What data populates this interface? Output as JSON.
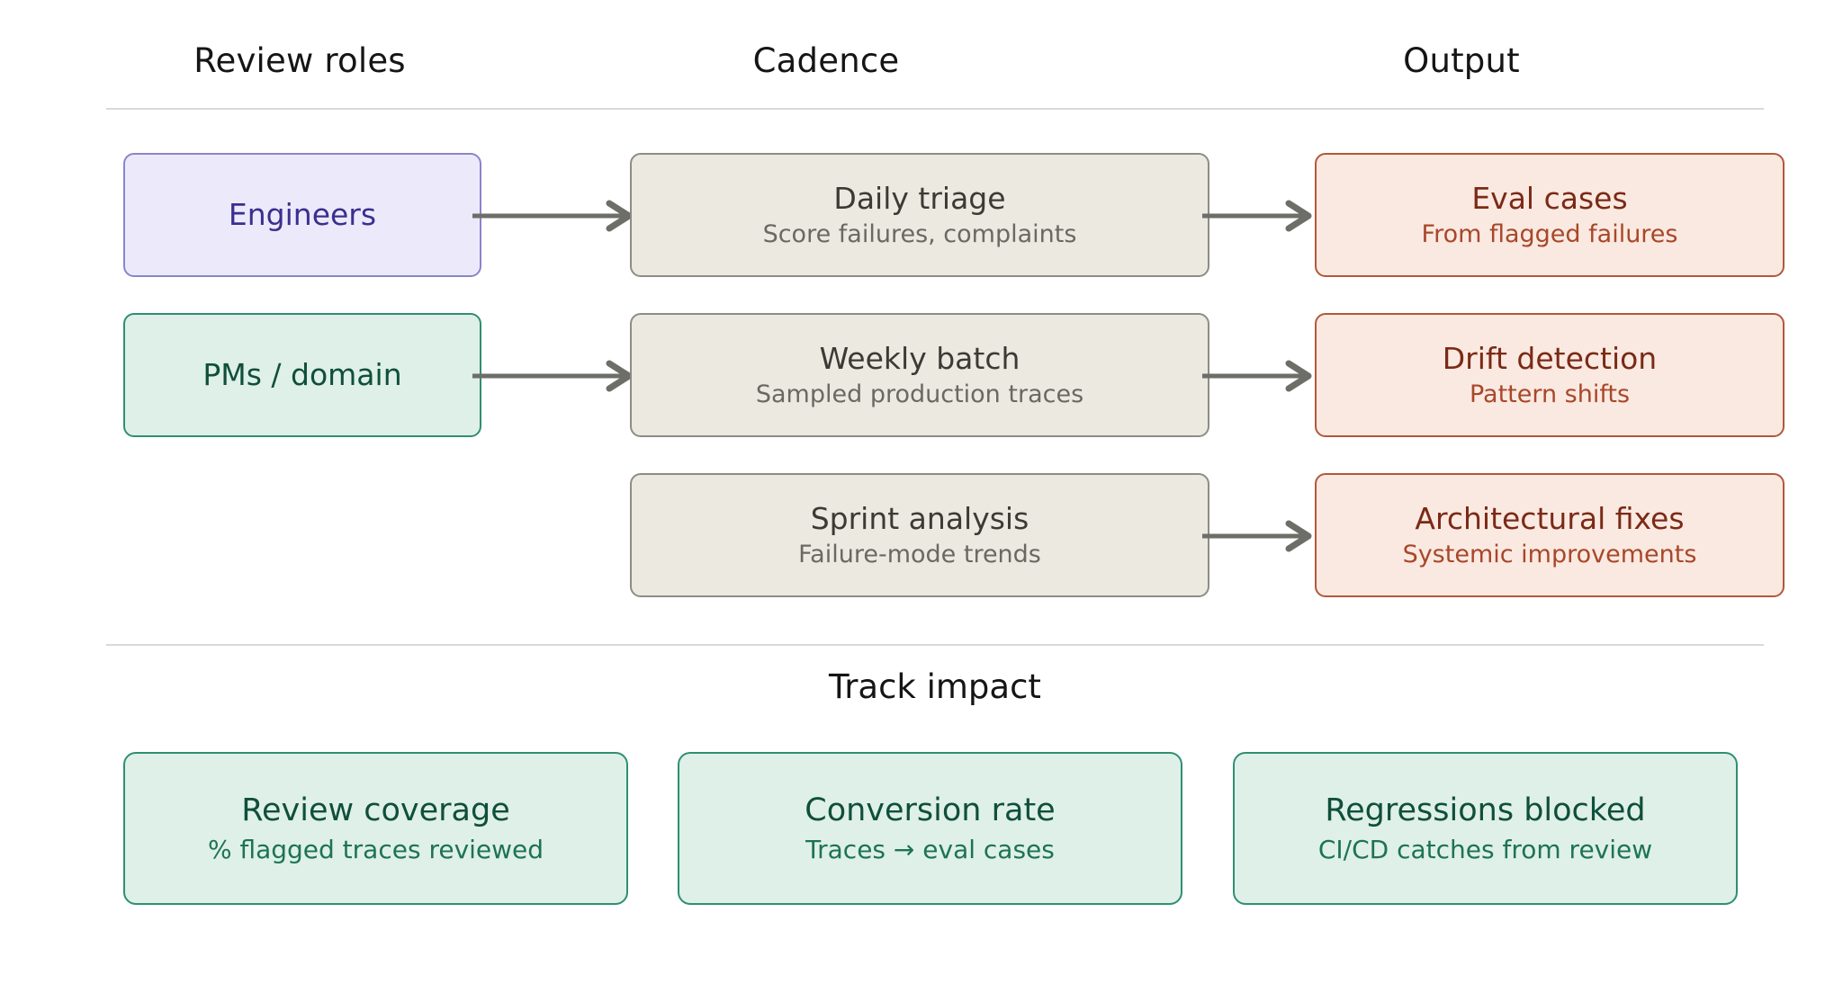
{
  "columns": [
    {
      "label": "Review roles"
    },
    {
      "label": "Cadence"
    },
    {
      "label": "Output"
    }
  ],
  "roles": [
    {
      "label": "Engineers",
      "fill": "#eceafa",
      "border": "#8a85c9",
      "text": "#3a2f8f"
    },
    {
      "label": "PMs / domain",
      "fill": "#dff0e8",
      "border": "#2f8f72",
      "text": "#0f4f3c"
    }
  ],
  "cadence": [
    {
      "title": "Daily triage",
      "sub": "Score failures, complaints"
    },
    {
      "title": "Weekly batch",
      "sub": "Sampled production traces"
    },
    {
      "title": "Sprint analysis",
      "sub": "Failure-mode trends"
    }
  ],
  "outputs": [
    {
      "title": "Eval cases",
      "sub": "From flagged failures"
    },
    {
      "title": "Drift detection",
      "sub": "Pattern shifts"
    },
    {
      "title": "Architectural fixes",
      "sub": "Systemic improvements"
    }
  ],
  "impact": {
    "heading": "Track impact",
    "metrics": [
      {
        "title": "Review coverage",
        "sub": "% flagged traces reviewed"
      },
      {
        "title": "Conversion rate",
        "sub": "Traces → eval cases"
      },
      {
        "title": "Regressions blocked",
        "sub": "CI/CD catches from review"
      }
    ]
  },
  "connectors": [
    {
      "name": "engineers-to-daily-triage"
    },
    {
      "name": "daily-triage-to-eval-cases"
    },
    {
      "name": "pms-to-weekly-batch"
    },
    {
      "name": "weekly-batch-to-drift-detection"
    },
    {
      "name": "sprint-analysis-to-architectural-fixes"
    }
  ],
  "colors": {
    "background": "#ffffff",
    "divider": "#d9d9d9",
    "arrow": "#6e6e68",
    "cadence_fill": "#ece9e1",
    "cadence_border": "#8f8c85",
    "output_fill": "#fae9e1",
    "output_border": "#b1583a",
    "metric_fill": "#dff0e8",
    "metric_border": "#2f8f72"
  }
}
